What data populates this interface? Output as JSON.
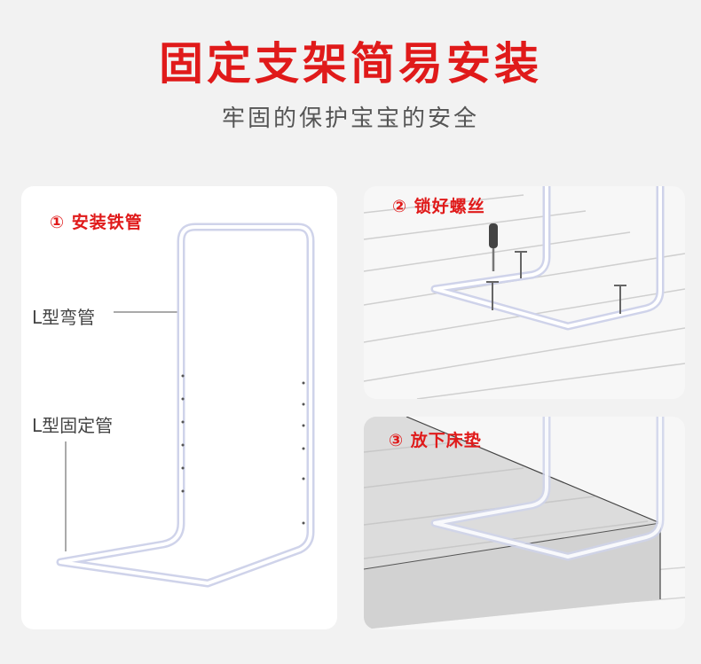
{
  "header": {
    "title": "固定支架简易安装",
    "subtitle": "牢固的保护宝宝的安全"
  },
  "steps": [
    {
      "label": "① 安装铁管"
    },
    {
      "label": "② 锁好螺丝"
    },
    {
      "label": "③ 放下床垫"
    }
  ],
  "parts": {
    "bent_tube": "L型弯管",
    "fixed_tube": "L型固定管"
  },
  "colors": {
    "accent": "#e01a1a",
    "tube": "#d9dcf0",
    "card": "#ffffff"
  }
}
